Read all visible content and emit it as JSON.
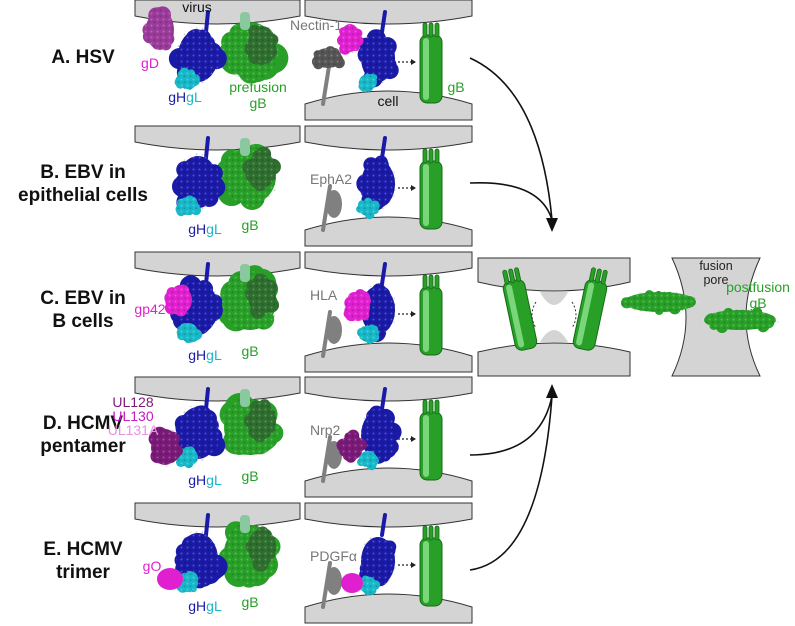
{
  "colors": {
    "gD": "#e020d0",
    "gH": "#1a1aa8",
    "gL": "#18b8c8",
    "gB": "#28a028",
    "gB_dark": "#2e6e2e",
    "receptor": "#808080",
    "membrane": "#d4d4d4",
    "UL128": "#7a1a78",
    "UL130": "#c818c8",
    "UL131A": "#e890e0"
  },
  "rows": [
    {
      "id": "A",
      "title_lines": [
        "A. HSV"
      ],
      "receptor": "Nectin-1",
      "labels": {
        "virus": "virus",
        "cell": "cell",
        "gD": "gD",
        "gH": "gH",
        "gL": "gL",
        "prefusion": "prefusion",
        "gB1": "gB",
        "gB2": "gB"
      }
    },
    {
      "id": "B",
      "title_lines": [
        "B. EBV in",
        "epithelial cells"
      ],
      "receptor": "EphA2",
      "labels": {
        "gH": "gH",
        "gL": "gL",
        "gB": "gB"
      }
    },
    {
      "id": "C",
      "title_lines": [
        "C. EBV in",
        "B cells"
      ],
      "receptor": "HLA",
      "labels": {
        "gp42": "gp42",
        "gH": "gH",
        "gL": "gL",
        "gB": "gB"
      }
    },
    {
      "id": "D",
      "title_lines": [
        "D. HCMV",
        "pentamer"
      ],
      "receptor": "Nrp2",
      "labels": {
        "UL128": "UL128",
        "UL130": "UL130",
        "UL131A": "UL131A",
        "gH": "gH",
        "gL": "gL",
        "gB": "gB"
      }
    },
    {
      "id": "E",
      "title_lines": [
        "E. HCMV",
        "trimer"
      ],
      "receptor": "PDGFα",
      "labels": {
        "gO": "gO",
        "gH": "gH",
        "gL": "gL",
        "gB": "gB"
      }
    }
  ],
  "fusion": {
    "pore_line1": "fusion",
    "pore_line2": "pore",
    "post_line1": "postfusion",
    "post_line2": "gB"
  }
}
